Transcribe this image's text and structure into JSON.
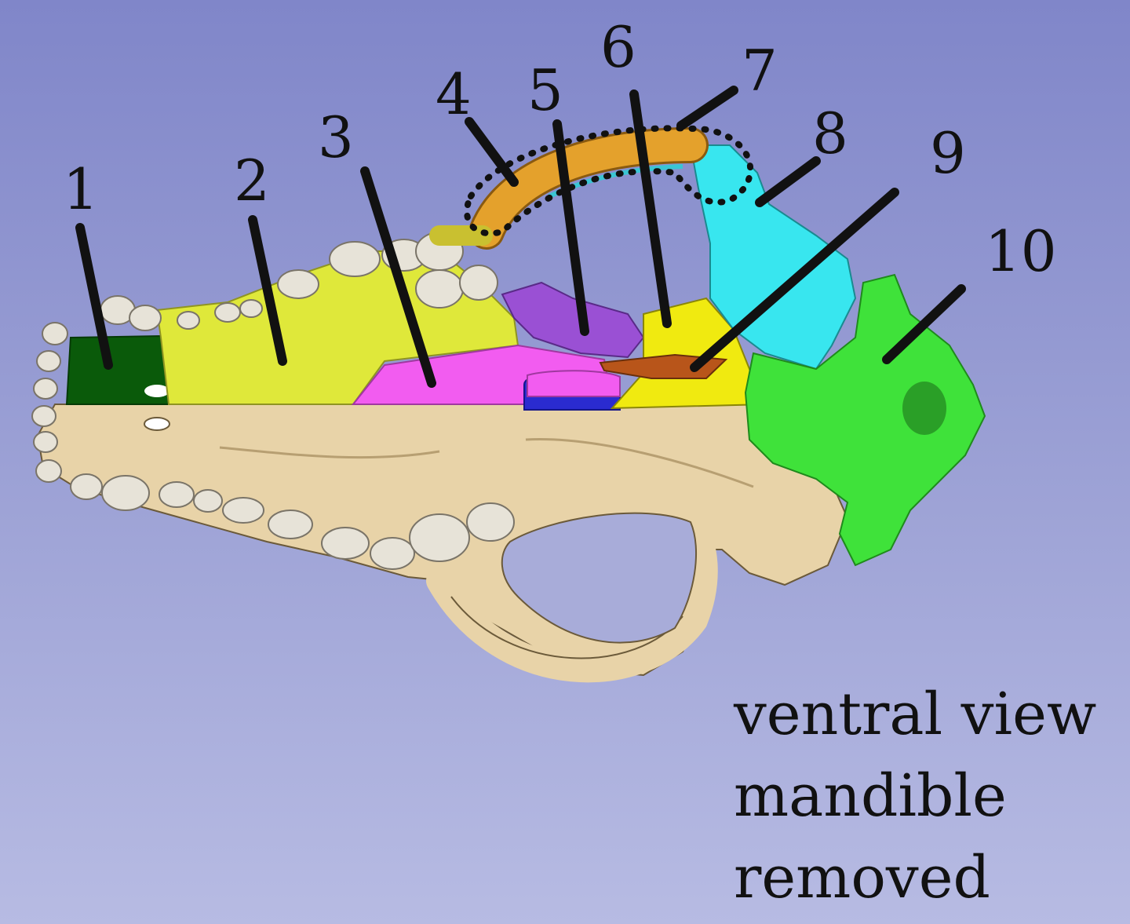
{
  "labels": [
    {
      "number": "1"
    },
    {
      "number": "2"
    },
    {
      "number": "3"
    },
    {
      "number": "4"
    },
    {
      "number": "5"
    },
    {
      "number": "6"
    },
    {
      "number": "7"
    },
    {
      "number": "8"
    },
    {
      "number": "9"
    },
    {
      "number": "10"
    }
  ],
  "caption": {
    "line1": "ventral view",
    "line2": "mandible",
    "line3": "removed"
  },
  "colors": {
    "background_top": "#8086c9",
    "background_bottom": "#b7bbe3",
    "bone_base": "#e8d3a8",
    "teeth": "#e7e3d8",
    "region_1": "#0a5a0a",
    "region_2": "#dfe83a",
    "region_3": "#f25cf0",
    "region_4_arch": "#e4a12c",
    "region_5": "#9a50d4",
    "region_6": "#f0ea10",
    "region_8": "#38e6ef",
    "region_9": "#b8551a",
    "region_10": "#3fe23a",
    "blue_region": "#2a2bd0",
    "leader_lines": "#111111"
  }
}
